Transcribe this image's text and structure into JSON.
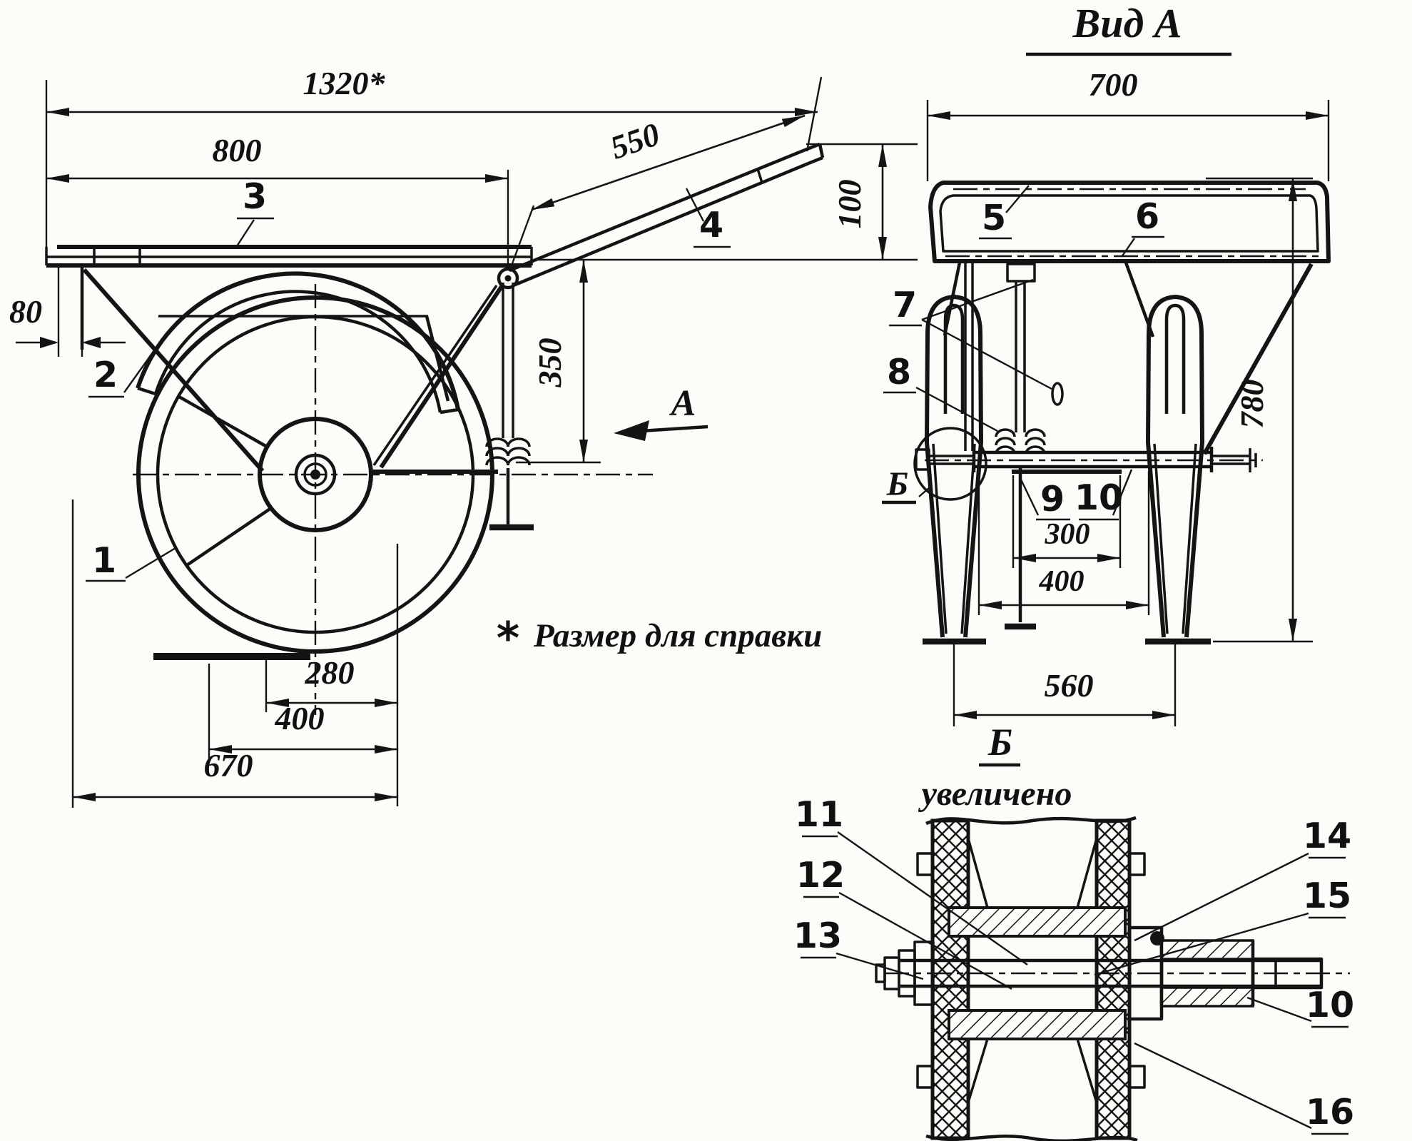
{
  "drawing": {
    "kind": "technical-drawing",
    "reference_note": {
      "star": "*",
      "text": "Размер для справки"
    },
    "side_view": {
      "dim_total": "1320*",
      "dim_platform": "800",
      "dim_offset": "80",
      "dim_handle": "550",
      "dim_handle_height": "100",
      "dim_deck_height": "350",
      "dim_280": "280",
      "dim_400": "400",
      "dim_670": "670",
      "label_1": "1",
      "label_2": "2",
      "label_3": "3",
      "label_4": "4",
      "view_letter": "А"
    },
    "view_a": {
      "title": "Вид А",
      "dim_700": "700",
      "dim_780": "780",
      "dim_300": "300",
      "dim_400": "400",
      "dim_560": "560",
      "label_5": "5",
      "label_6": "6",
      "label_7": "7",
      "label_8": "8",
      "label_9": "9",
      "label_10": "10",
      "detail_marker": "Б"
    },
    "detail_b": {
      "title": "Б",
      "subtitle": "увеличено",
      "label_11": "11",
      "label_12": "12",
      "label_13": "13",
      "label_14": "14",
      "label_15": "15",
      "label_10": "10",
      "label_16": "16"
    }
  }
}
